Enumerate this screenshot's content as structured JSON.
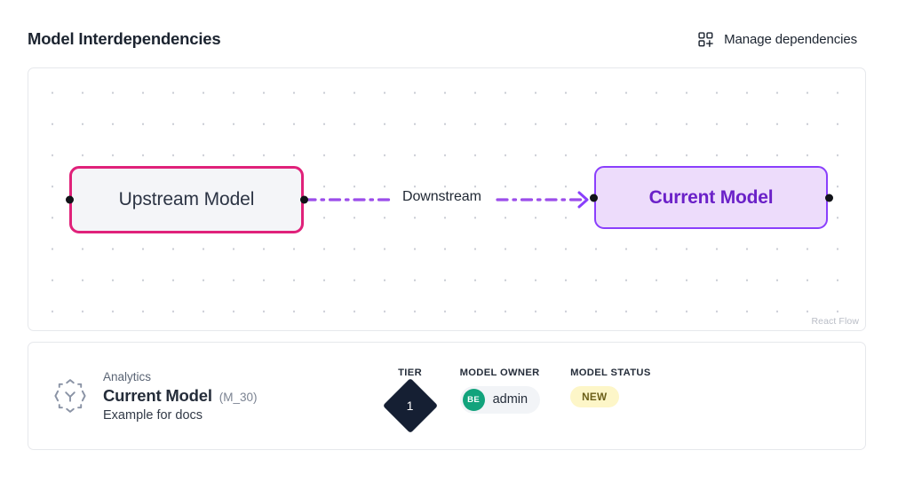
{
  "header": {
    "title": "Model Interdependencies",
    "action_label": "Manage dependencies",
    "action_icon": "grid-plus-icon"
  },
  "flow": {
    "attribution": "React Flow",
    "nodes": [
      {
        "id": "upstream",
        "label": "Upstream Model",
        "border_color": "#e0217a",
        "fill_color": "#f4f5f8",
        "text_color": "#2c3444"
      },
      {
        "id": "current",
        "label": "Current Model",
        "border_color": "#8a3ffc",
        "fill_color": "#eddcfb",
        "text_color": "#6b21c8"
      }
    ],
    "edges": [
      {
        "from": "upstream",
        "to": "current",
        "label": "Downstream",
        "color": "#9b4dea",
        "style": "dash-dot",
        "arrow": true
      }
    ]
  },
  "info_card": {
    "icon": "model-network-icon",
    "category": "Analytics",
    "name": "Current Model",
    "id_label": "(M_30)",
    "description": "Example for docs",
    "tier": {
      "heading": "TIER",
      "value": "1"
    },
    "owner": {
      "heading": "MODEL OWNER",
      "initials": "BE",
      "name": "admin",
      "avatar_color": "#12a37c"
    },
    "status": {
      "heading": "MODEL STATUS",
      "value": "NEW",
      "bg_color": "#fdf6c8",
      "text_color": "#6b5f18"
    }
  }
}
